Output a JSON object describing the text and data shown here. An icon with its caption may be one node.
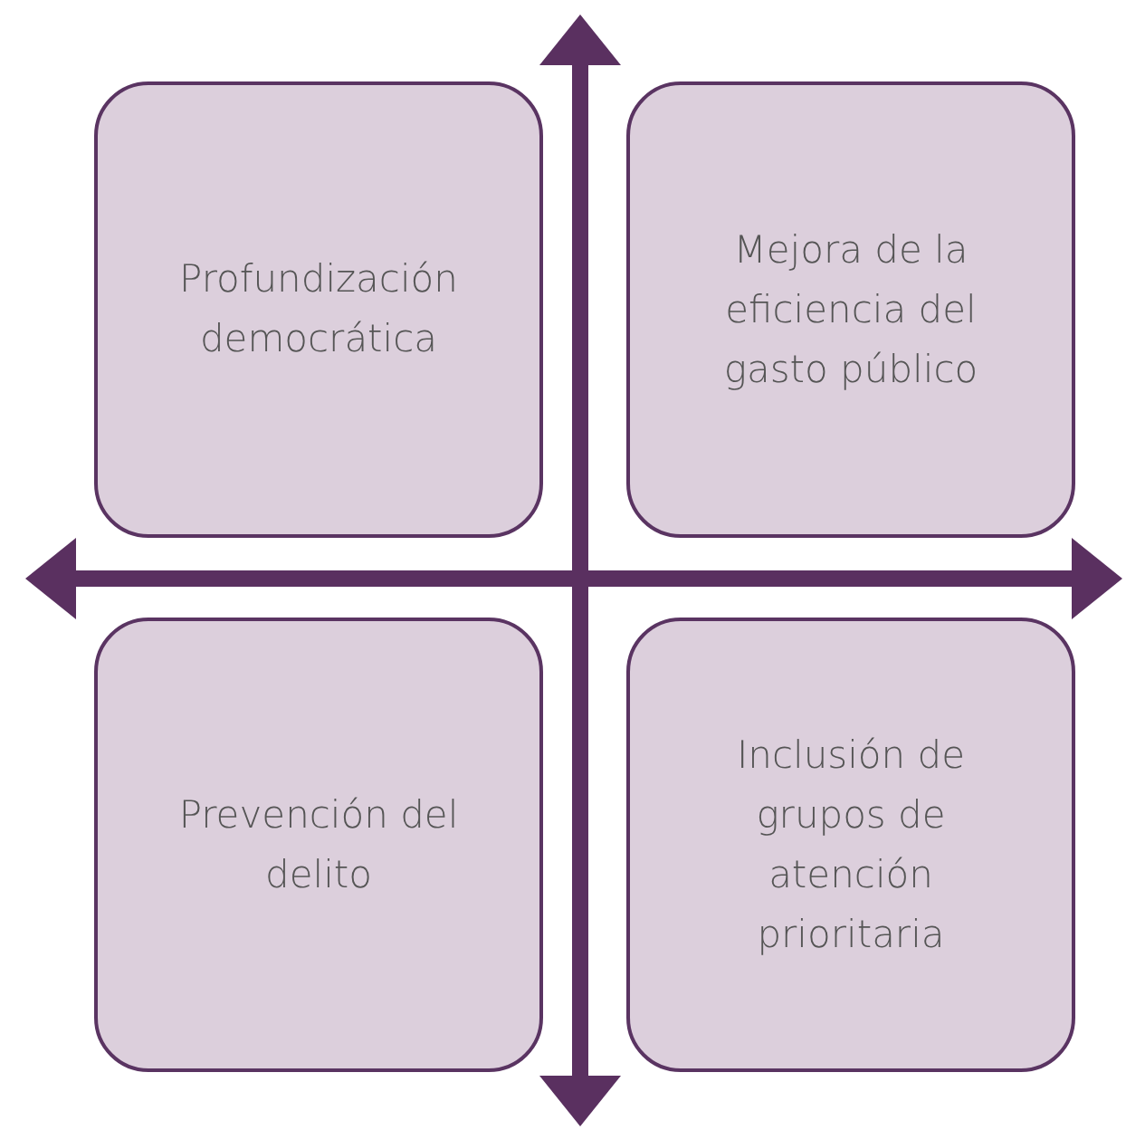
{
  "diagram": {
    "nodes": [
      {
        "text": [
          "Profundización democrática"
        ]
      },
      {
        "text": [
          "Mejora de la eficiencia del gasto público"
        ]
      },
      {
        "text": [
          "Prevención del delito"
        ]
      },
      {
        "text": [
          "Inclusión de grupos de atención prioritaria"
        ]
      }
    ]
  }
}
